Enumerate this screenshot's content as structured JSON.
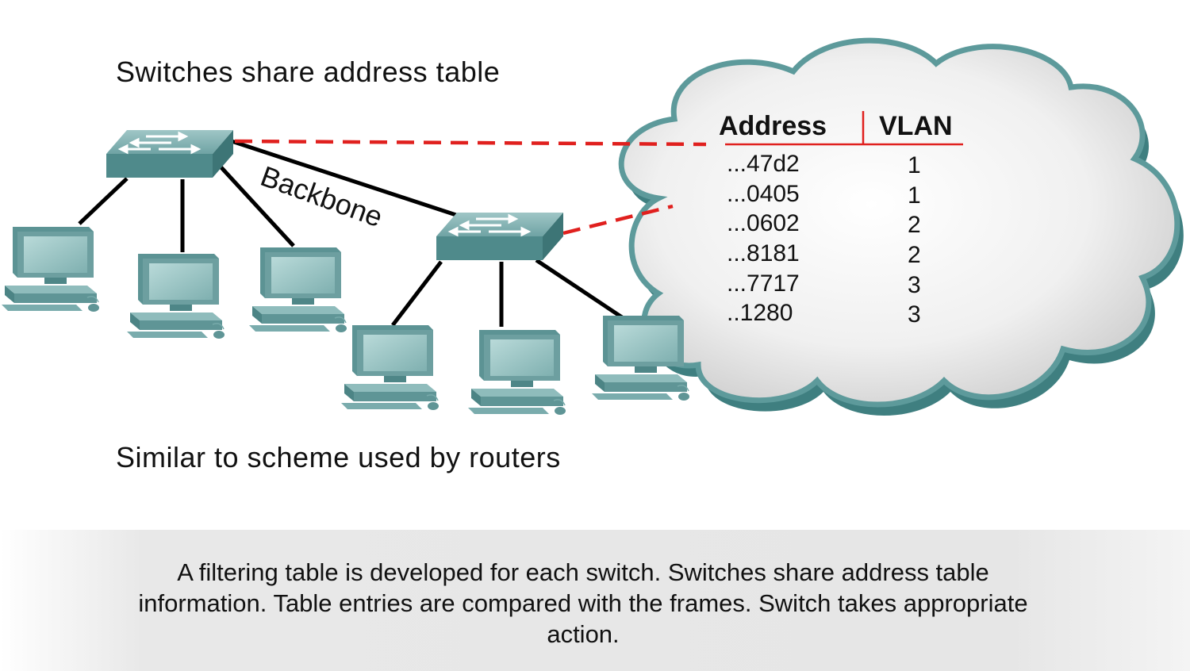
{
  "title": "Switches share address table",
  "subtitle": "Similar to scheme used by routers",
  "link_label": "Backbone",
  "caption": "A filtering table is developed for each switch. Switches share address table information. Table entries are compared with the frames. Switch takes appropriate action.",
  "address_table": {
    "headers": [
      "Address",
      "VLAN"
    ],
    "rows": [
      {
        "address": "...47d2",
        "vlan": "1"
      },
      {
        "address": "...0405",
        "vlan": "1"
      },
      {
        "address": "...0602",
        "vlan": "2"
      },
      {
        "address": "...8181",
        "vlan": "2"
      },
      {
        "address": "...7717",
        "vlan": "3"
      },
      {
        "address": "..1280",
        "vlan": "3"
      }
    ]
  },
  "colors": {
    "device_teal": "#4f8a8b",
    "link_black": "#000000",
    "dashed_red": "#e0201e",
    "cloud_edge": "#4e8f90"
  }
}
